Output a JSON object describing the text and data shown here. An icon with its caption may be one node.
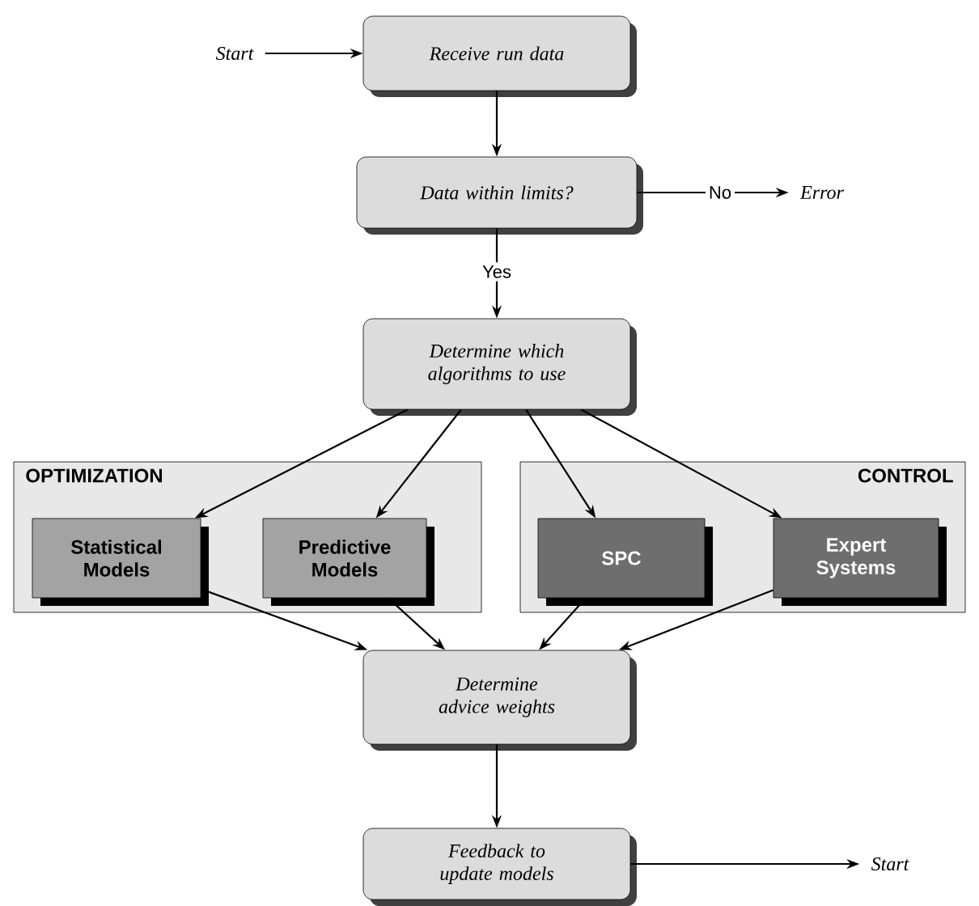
{
  "diagram": {
    "nodes": [
      {
        "text": [
          "Start"
        ]
      },
      {
        "text": [
          "Receive run data"
        ]
      },
      {
        "text": [
          "Data within limits?"
        ]
      },
      {
        "text": [
          "Error"
        ]
      },
      {
        "text": [
          "Determine which algorithms to use"
        ]
      },
      {
        "text": [
          "OPTIMIZATION"
        ]
      },
      {
        "text": [
          "Statistical Models"
        ],
        "in": 5
      },
      {
        "text": [
          "Predictive Models"
        ],
        "in": 5
      },
      {
        "text": [
          "CONTROL"
        ]
      },
      {
        "text": [
          "SPC"
        ],
        "in": 8
      },
      {
        "text": [
          "Expert Systems"
        ],
        "in": 8
      },
      {
        "text": [
          "Determine advice weights"
        ]
      },
      {
        "text": [
          "Feedback to update models"
        ]
      },
      {
        "text": [
          "Start"
        ]
      }
    ],
    "edges": [
      {
        "from": 0,
        "to": 1,
        "arrow": "to"
      },
      {
        "from": 1,
        "to": 2,
        "arrow": "to"
      },
      {
        "from": 2,
        "to": 3,
        "arrow": "to",
        "label": "No"
      },
      {
        "from": 2,
        "to": 4,
        "arrow": "to",
        "label": "Yes"
      },
      {
        "from": 4,
        "to": 6,
        "arrow": "to"
      },
      {
        "from": 4,
        "to": 7,
        "arrow": "to"
      },
      {
        "from": 4,
        "to": 9,
        "arrow": "to"
      },
      {
        "from": 4,
        "to": 10,
        "arrow": "to"
      },
      {
        "from": 6,
        "to": 11,
        "arrow": "to"
      },
      {
        "from": 7,
        "to": 11,
        "arrow": "to"
      },
      {
        "from": 9,
        "to": 11,
        "arrow": "to"
      },
      {
        "from": 10,
        "to": 11,
        "arrow": "to"
      },
      {
        "from": 11,
        "to": 12,
        "arrow": "to"
      },
      {
        "from": 12,
        "to": 13,
        "arrow": "to"
      }
    ]
  }
}
